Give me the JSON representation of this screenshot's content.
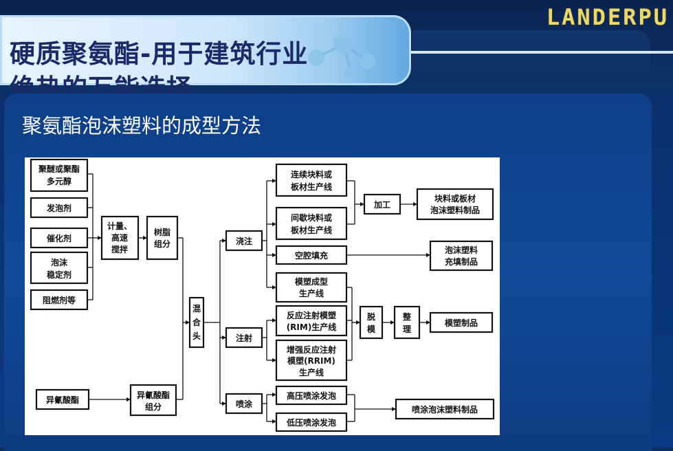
{
  "header": {
    "title_line1": "硬质聚氨酯-用于建筑行业",
    "title_line2": "绝热的万能选择",
    "brand": "LANDERPU"
  },
  "subtitle": "聚氨酯泡沫塑料的成型方法",
  "diagram": {
    "raw_materials": [
      "聚醚或聚酯多元醇",
      "发泡剂",
      "催化剂",
      "泡沫稳定剂",
      "阻燃剂等"
    ],
    "isocyanate": "异氰酸酯",
    "metering": "计量、高速搅拌",
    "resin_component": "树脂组分",
    "iso_component": "异氰酸酯组分",
    "mixing_head": "混合头",
    "methods": [
      "浇注",
      "注射",
      "喷涂"
    ],
    "pour_lines": [
      "连续块料或板材生产线",
      "间歇块料或板材生产线",
      "空腔填充",
      "模塑成型生产线"
    ],
    "inject_lines": [
      "反应注射模塑(RIM)生产线",
      "增强反应注射模塑(RRIM)生产线"
    ],
    "spray_lines": [
      "高压喷涂发泡",
      "低压喷涂发泡"
    ],
    "processing": "加工",
    "demold": "脱模",
    "finish": "整理",
    "products": [
      "块料或板材泡沫塑料制品",
      "泡沫塑料充填制品",
      "模塑制品",
      "喷涂泡沫塑料制品"
    ]
  }
}
